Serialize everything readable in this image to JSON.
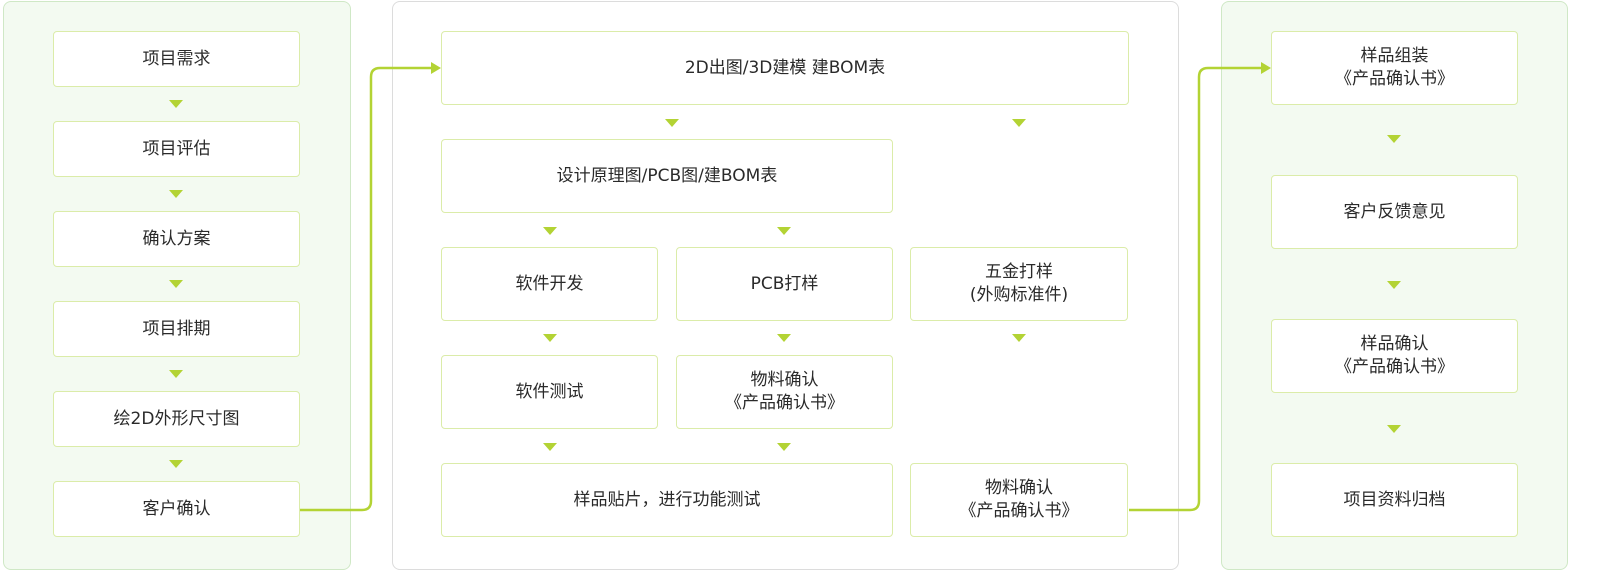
{
  "colors": {
    "accent": "#b3d334",
    "node_border": "#dbeca9",
    "side_panel_bg": "#f3faf1",
    "side_panel_border": "#cfe8c6",
    "middle_panel_border": "#dcdcdc"
  },
  "left": {
    "steps": [
      {
        "label": "项目需求"
      },
      {
        "label": "项目评估"
      },
      {
        "label": "确认方案"
      },
      {
        "label": "项目排期"
      },
      {
        "label": "绘2D外形尺寸图"
      },
      {
        "label": "客户确认"
      }
    ]
  },
  "middle": {
    "design_bom": "2D出图/3D建模 建BOM表",
    "schematic": "设计原理图/PCB图/建BOM表",
    "software_dev": "软件开发",
    "pcb_sample": "PCB打样",
    "hardware_sample": {
      "line1": "五金打样",
      "line2": "(外购标准件)"
    },
    "software_test": "软件测试",
    "material_confirm_a": {
      "line1": "物料确认",
      "line2": "《产品确认书》"
    },
    "smt_test": "样品贴片，进行功能测试",
    "material_confirm_b": {
      "line1": "物料确认",
      "line2": "《产品确认书》"
    }
  },
  "right": {
    "assembly": {
      "line1": "样品组装",
      "line2": "《产品确认书》"
    },
    "feedback": "客户反馈意见",
    "sample_confirm": {
      "line1": "样品确认",
      "line2": "《产品确认书》"
    },
    "archive": "项目资料归档"
  }
}
